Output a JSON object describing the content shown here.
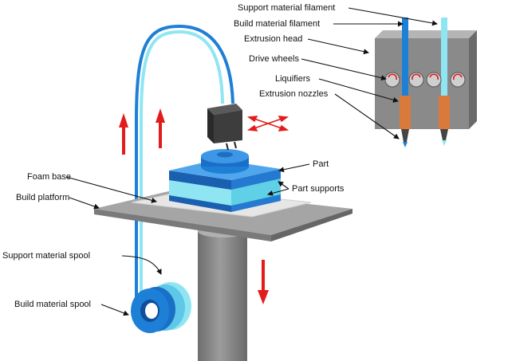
{
  "labels": {
    "support_material_filament": "Support material filament",
    "build_material_filament": "Build material filament",
    "extrusion_head": "Extrusion head",
    "drive_wheels": "Drive wheels",
    "liquifiers": "Liquifiers",
    "extrusion_nozzles": "Extrusion nozzles",
    "part": "Part",
    "part_supports": "Part supports",
    "foam_base": "Foam base",
    "build_platform": "Build platform",
    "support_material_spool": "Support material spool",
    "build_material_spool": "Build material spool"
  },
  "colors": {
    "build_material": "#1e7fd6",
    "support_material": "#8fe6f2",
    "motion_arrows": "#e41b1b",
    "head_body": "#8a8a8a",
    "liquifier": "#d97a3c",
    "column": "#808080",
    "platform": "#9a9a9a"
  }
}
